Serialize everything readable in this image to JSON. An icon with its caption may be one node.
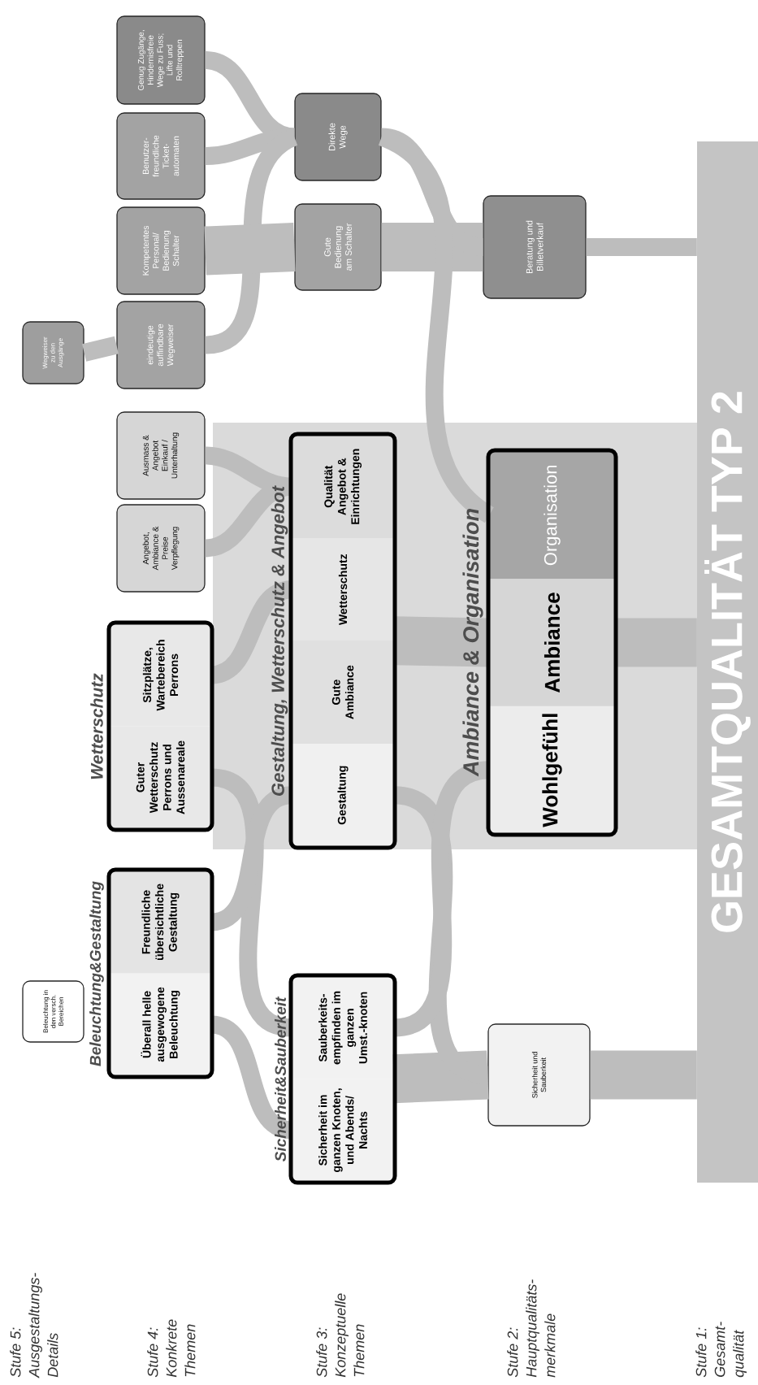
{
  "diagram": {
    "nodes": [
      {
        "text": [
          "Genug Zugänge, Hindernisfreie Wege zu Fuss; Lifte und Rolltreppen"
        ]
      },
      {
        "text": [
          "Benutzer- freundliche Ticket- automaten"
        ]
      },
      {
        "text": [
          "Kompetentes Personal/ Bedienung Schalter"
        ]
      },
      {
        "text": [
          "eindeutige auffindbare Wegweiser"
        ]
      },
      {
        "text": [
          "Wegweiser zu den Ausgänge"
        ]
      },
      {
        "text": [
          "Ausmass & Angebot Einkauf / Unterhaltung"
        ]
      },
      {
        "text": [
          "Angebot, Ambiance & Preise Verpflegung"
        ]
      },
      {
        "text": [
          "Beleuchtung in den versch. Bereichen"
        ]
      },
      {
        "text": [
          "Wetterschutz"
        ]
      },
      {
        "text": [
          "Guter Wetterschutz Perrons und Aussenareale"
        ],
        "in": 8
      },
      {
        "text": [
          "Sitzplätze, Wartebereich Perrons"
        ],
        "in": 8
      },
      {
        "text": [
          "Beleuchtung&Gestaltung"
        ]
      },
      {
        "text": [
          "Überall helle ausgewogene Beleuchtung"
        ],
        "in": 11
      },
      {
        "text": [
          "Freundliche übersichtliche Gestaltung"
        ],
        "in": 11
      },
      {
        "text": [
          "Direkte Wege"
        ]
      },
      {
        "text": [
          "Gute Bedienung am Schalter"
        ]
      },
      {
        "text": [
          "Gestaltung, Wetterschutz & Angebot"
        ]
      },
      {
        "text": [
          "Qualität Angebot & Einrichtungen"
        ],
        "in": 16
      },
      {
        "text": [
          "Wetterschutz"
        ],
        "in": 16
      },
      {
        "text": [
          "Gute Ambiance"
        ],
        "in": 16
      },
      {
        "text": [
          "Gestaltung"
        ],
        "in": 16
      },
      {
        "text": [
          "Sicherheit&Sauberkeit"
        ]
      },
      {
        "text": [
          "Sicherheit im ganzen Knoten, und Abends/ Nachts"
        ],
        "in": 21
      },
      {
        "text": [
          "Sauberkeits- empfinden im ganzen Umst.-knoten"
        ],
        "in": 21
      },
      {
        "text": [
          "Beratung und Billetverkauf"
        ]
      },
      {
        "text": [
          "Ambiance & Organisation"
        ]
      },
      {
        "text": [
          "Organisation"
        ],
        "in": 25
      },
      {
        "text": [
          "Ambiance"
        ],
        "in": 25
      },
      {
        "text": [
          "Wohlgefühl"
        ],
        "in": 25
      },
      {
        "text": [
          "Sicherheit und Sauberkeit"
        ]
      },
      {
        "text": [
          "GESAMTQUALITÄT TYP 2"
        ]
      }
    ],
    "edges": [
      {
        "from": 0,
        "to": 14,
        "arrow": "none"
      },
      {
        "from": 1,
        "to": 14,
        "arrow": "none"
      },
      {
        "from": 3,
        "to": 14,
        "arrow": "none"
      },
      {
        "from": 4,
        "to": 3,
        "arrow": "none"
      },
      {
        "from": 2,
        "to": 15,
        "arrow": "none",
        "style": "thick"
      },
      {
        "from": 15,
        "to": 24,
        "arrow": "none",
        "style": "thick"
      },
      {
        "from": 14,
        "to": 24,
        "arrow": "none"
      },
      {
        "from": 14,
        "to": 26,
        "arrow": "none"
      },
      {
        "from": 24,
        "to": 30,
        "arrow": "none"
      },
      {
        "from": 5,
        "to": 17,
        "arrow": "none"
      },
      {
        "from": 6,
        "to": 17,
        "arrow": "none"
      },
      {
        "from": 10,
        "to": 18,
        "arrow": "none"
      },
      {
        "from": 9,
        "to": 23,
        "arrow": "none"
      },
      {
        "from": 12,
        "to": 22,
        "arrow": "none"
      },
      {
        "from": 13,
        "to": 20,
        "arrow": "none"
      },
      {
        "from": 22,
        "to": 29,
        "arrow": "none",
        "style": "thick"
      },
      {
        "from": 20,
        "to": 29,
        "arrow": "none"
      },
      {
        "from": 23,
        "to": 28,
        "arrow": "none"
      },
      {
        "from": 19,
        "to": 27,
        "arrow": "none",
        "style": "thick"
      },
      {
        "from": 27,
        "to": 30,
        "arrow": "none",
        "style": "thick"
      },
      {
        "from": 29,
        "to": 30,
        "arrow": "none",
        "style": "thick"
      }
    ],
    "labels": [
      "Stufe 5: Ausgestaltungs- Details",
      "Stufe 4: Konkrete Themen",
      "Stufe 3: Konzeptuelle Themen",
      "Stufe 2: Hauptqualitäts- merkmale",
      "Stufe 1: Gesamt- qualität"
    ]
  }
}
